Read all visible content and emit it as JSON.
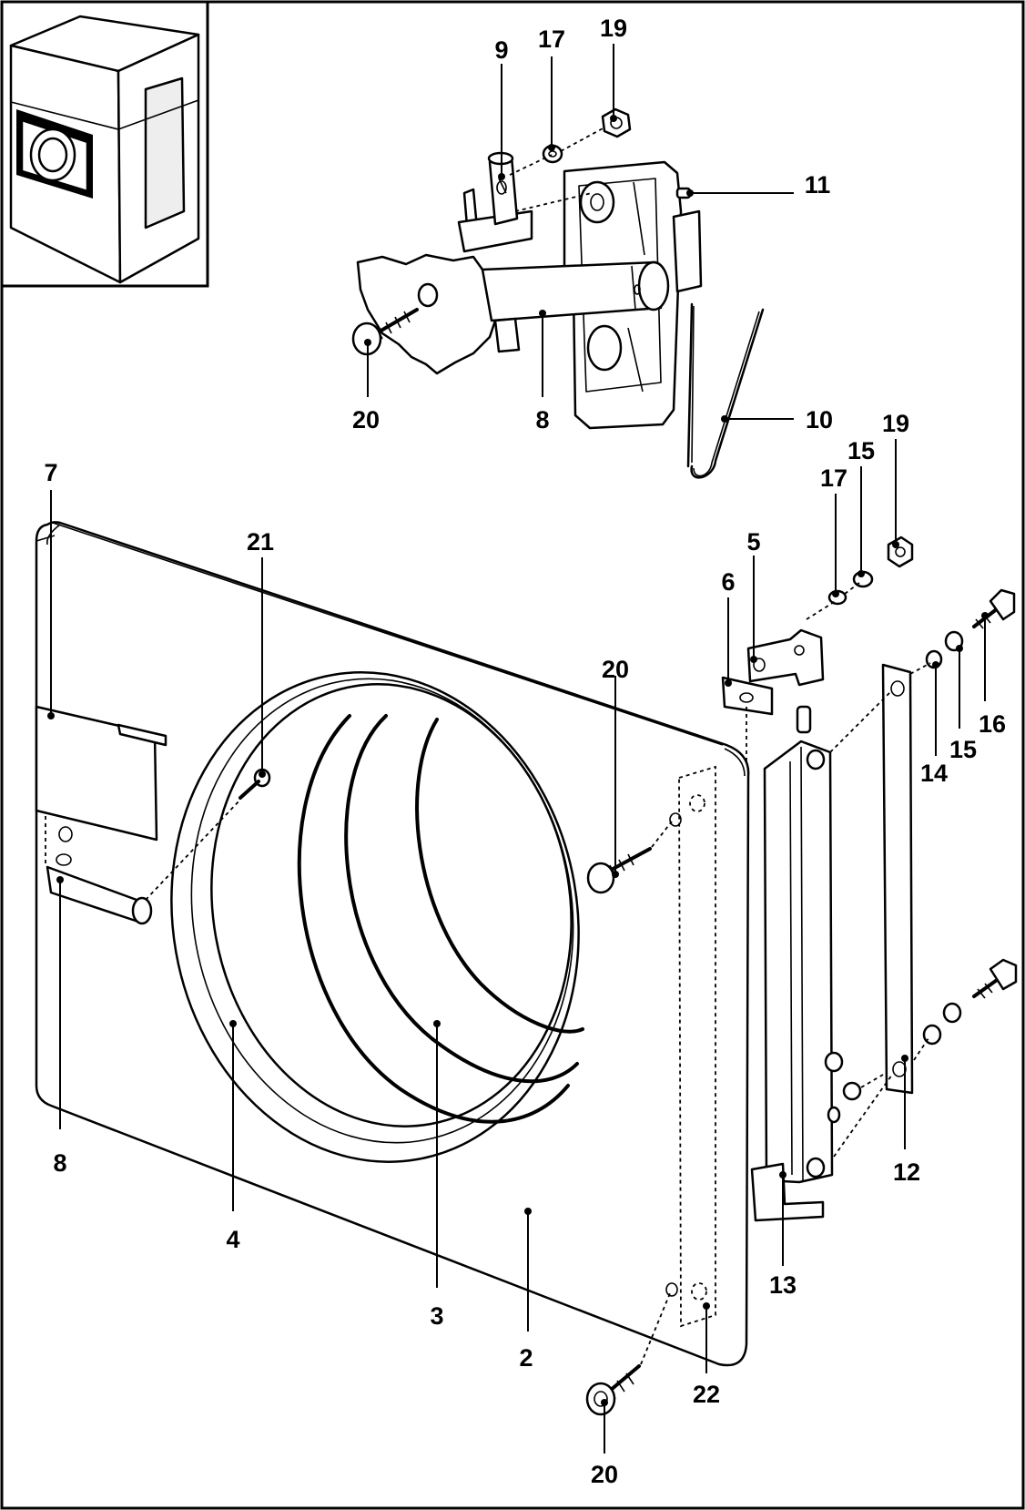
{
  "callouts": {
    "c7": "7",
    "c8_left": "8",
    "c21": "21",
    "c4": "4",
    "c3": "3",
    "c2": "2",
    "c20_mid": "20",
    "c20_top": "20",
    "c20_bottom": "20",
    "c22": "22",
    "c9": "9",
    "c17_top": "17",
    "c19_top": "19",
    "c11": "11",
    "c8_top": "8",
    "c10": "10",
    "c5": "5",
    "c6": "6",
    "c17_right": "17",
    "c15_top": "15",
    "c19_right": "19",
    "c16": "16",
    "c15_mid": "15",
    "c14": "14",
    "c12": "12",
    "c13": "13"
  },
  "icons": [
    "dryer-thumbnail",
    "door-hinge-assembly",
    "door-panel",
    "hinge-brackets"
  ]
}
